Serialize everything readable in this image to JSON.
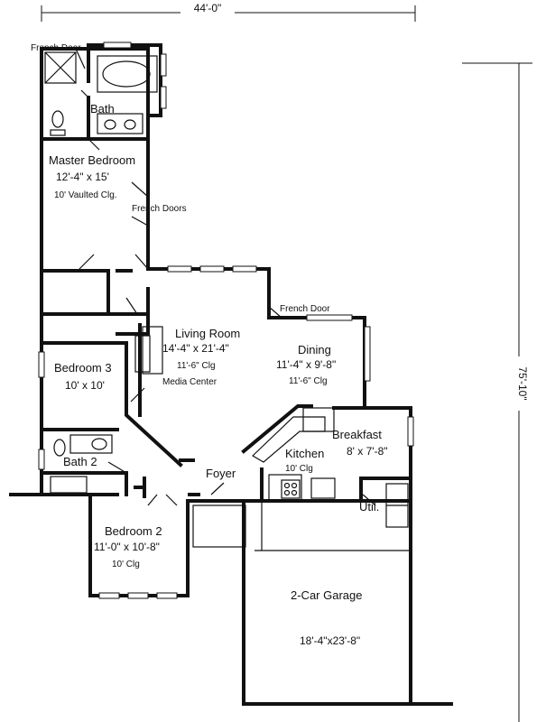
{
  "dimensions": {
    "width_label": "44'-0\"",
    "depth_label": "75'-10\""
  },
  "rooms": {
    "master": {
      "name": "Master Bedroom",
      "size": "12'-4\" x 15'",
      "ceiling": "10' Vaulted Clg."
    },
    "bath": {
      "name": "Bath"
    },
    "living": {
      "name": "Living Room",
      "size": "14'-4\" x 21'-4\"",
      "ceiling": "11'-6\" Clg"
    },
    "dining": {
      "name": "Dining",
      "size": "11'-4\" x 9'-8\"",
      "ceiling": "11'-6\" Clg"
    },
    "bedroom3": {
      "name": "Bedroom 3",
      "size": "10' x 10'"
    },
    "bath2": {
      "name": "Bath 2"
    },
    "bedroom2": {
      "name": "Bedroom 2",
      "size": "11'-0\" x 10'-8\"",
      "ceiling": "10' Clg"
    },
    "kitchen": {
      "name": "Kitchen",
      "ceiling": "10' Clg"
    },
    "breakfast": {
      "name": "Breakfast",
      "size": "8' x 7'-8\""
    },
    "foyer": {
      "name": "Foyer"
    },
    "util": {
      "name": "Util."
    },
    "garage": {
      "name": "2-Car Garage",
      "size": "18'-4\"x23'-8\""
    }
  },
  "callouts": {
    "french_door_top": "French Door",
    "french_doors_master": "French Doors",
    "french_door_dining": "French Door",
    "media_center": "Media Center"
  }
}
